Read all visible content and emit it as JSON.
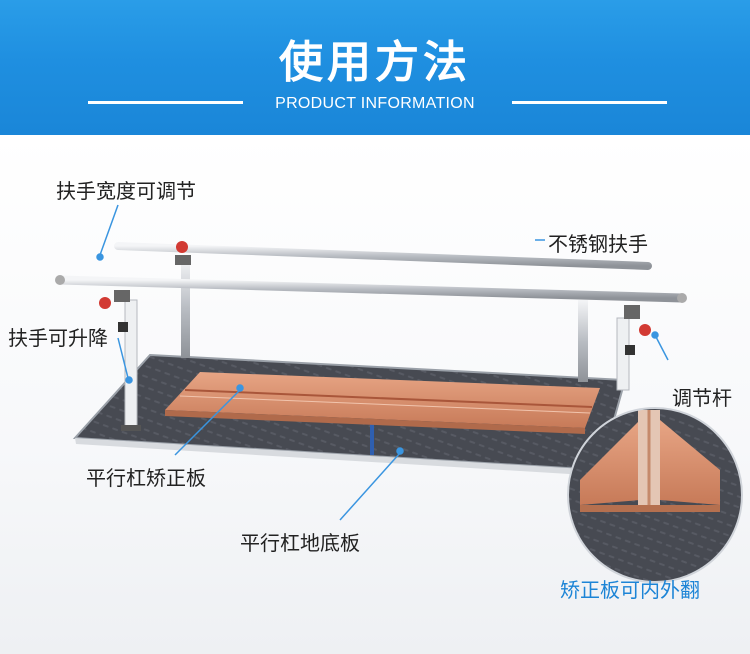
{
  "header": {
    "title": "使用方法",
    "subtitle": "PRODUCT INFORMATION"
  },
  "labels": {
    "handrail_width": "扶手宽度可调节",
    "stainless_rail": "不锈钢扶手",
    "rail_height": "扶手可升降",
    "adjust_rod": "调节杆",
    "correction_board": "平行杠矫正板",
    "base_board": "平行杠地底板",
    "flip_note": "矫正板可内外翻"
  },
  "colors": {
    "banner": "#1f8fe0",
    "accent_blue": "#1c84d6",
    "callout_line": "#3a95e0",
    "wood": "#d98c6a",
    "mat": "#4a4d55",
    "steel": "#c9ccd1",
    "knob_red": "#d23a33"
  }
}
